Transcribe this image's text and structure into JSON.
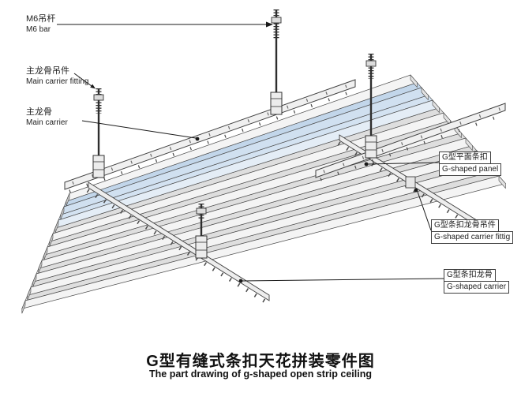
{
  "diagram": {
    "labels": {
      "m6_bar": {
        "zh": "M6吊杆",
        "en": "M6 bar"
      },
      "main_carrier_fitting": {
        "zh": "主龙骨吊件",
        "en": "Main carrier fitting"
      },
      "main_carrier": {
        "zh": "主龙骨",
        "en": "Main carrier"
      },
      "g_panel": {
        "zh": "G型平面条扣",
        "en": "G-shaped panel"
      },
      "g_carrier_fitting": {
        "zh": "G型条扣龙骨吊件",
        "en": "G-shaped carrier fittig"
      },
      "g_carrier": {
        "zh": "G型条扣龙骨",
        "en": "G-shaped carrier"
      }
    },
    "title": {
      "zh": "G型有缝式条扣天花拼装零件图",
      "en": "The part drawing of g-shaped open strip ceiling"
    },
    "colors": {
      "line": "#4a4a4a",
      "panel": "#f4f4f4",
      "highlight_band": "#d0e0f0",
      "seam": "#dedede"
    }
  }
}
